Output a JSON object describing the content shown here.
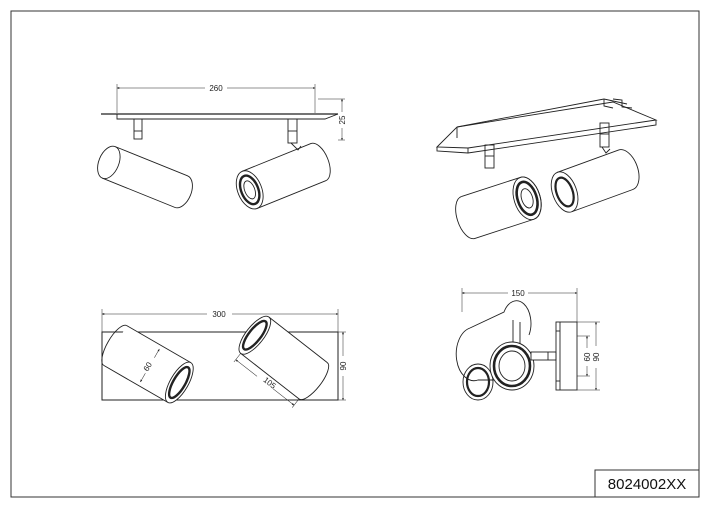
{
  "drawing": {
    "part_number": "8024002XX",
    "front_view": {
      "width_label": "260",
      "height_label": "25"
    },
    "top_view": {
      "width_label": "300",
      "height_label": "90",
      "diameter_label": "60",
      "length_label": "105"
    },
    "side_view": {
      "width_label": "150",
      "height_label_a": "60",
      "height_label_b": "90"
    }
  }
}
